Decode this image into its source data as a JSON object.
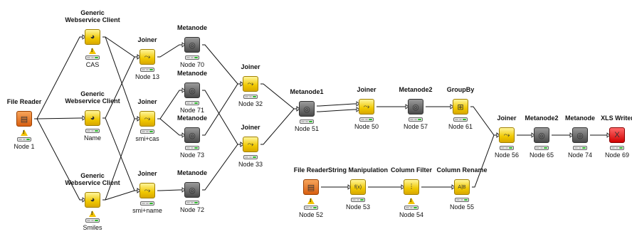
{
  "nodes": [
    {
      "id": "fr1",
      "name": "File Reader",
      "label": "Node 1",
      "color": "orange",
      "sym": "▤",
      "warn": true,
      "title_lines": 1
    },
    {
      "id": "ws1",
      "name": "Generic\nWebservice Client",
      "label": "CAS",
      "color": "yellow",
      "sym": "◕",
      "warn": true,
      "title_lines": 2
    },
    {
      "id": "ws2",
      "name": "Generic\nWebservice Client",
      "label": "Name",
      "color": "yellow",
      "sym": "◕",
      "warn": false,
      "title_lines": 2
    },
    {
      "id": "ws3",
      "name": "Generic\nWebservice Client",
      "label": "Smiles",
      "color": "yellow",
      "sym": "◕",
      "warn": true,
      "title_lines": 2
    },
    {
      "id": "j13",
      "name": "Joiner",
      "label": "Node 13",
      "color": "yellow",
      "sym": "⤳",
      "warn": false,
      "title_lines": 1
    },
    {
      "id": "jsc",
      "name": "Joiner",
      "label": "smi+cas",
      "color": "yellow",
      "sym": "⤳",
      "warn": false,
      "title_lines": 1
    },
    {
      "id": "jsn",
      "name": "Joiner",
      "label": "smi+name",
      "color": "yellow",
      "sym": "⤳",
      "warn": false,
      "title_lines": 1
    },
    {
      "id": "m70",
      "name": "Metanode",
      "label": "Node 70",
      "color": "gray",
      "sym": "◎",
      "warn": false,
      "title_lines": 1
    },
    {
      "id": "m71",
      "name": "Metanode",
      "label": "Node 71",
      "color": "gray",
      "sym": "◎",
      "warn": false,
      "title_lines": 1
    },
    {
      "id": "m73",
      "name": "Metanode",
      "label": "Node 73",
      "color": "gray",
      "sym": "◎",
      "warn": false,
      "title_lines": 1
    },
    {
      "id": "m72",
      "name": "Metanode",
      "label": "Node 72",
      "color": "gray",
      "sym": "◎",
      "warn": false,
      "title_lines": 1
    },
    {
      "id": "j32",
      "name": "Joiner",
      "label": "Node 32",
      "color": "yellow",
      "sym": "⤳",
      "warn": false,
      "title_lines": 1
    },
    {
      "id": "j33",
      "name": "Joiner",
      "label": "Node 33",
      "color": "yellow",
      "sym": "⤳",
      "warn": false,
      "title_lines": 1
    },
    {
      "id": "m51",
      "name": "Metanode1",
      "label": "Node 51",
      "color": "gray",
      "sym": "◎",
      "warn": false,
      "title_lines": 1
    },
    {
      "id": "j50",
      "name": "Joiner",
      "label": "Node 50",
      "color": "yellow",
      "sym": "⤳",
      "warn": false,
      "title_lines": 1
    },
    {
      "id": "m57",
      "name": "Metanode2",
      "label": "Node 57",
      "color": "gray",
      "sym": "◎",
      "warn": false,
      "title_lines": 1
    },
    {
      "id": "gb61",
      "name": "GroupBy",
      "label": "Node 61",
      "color": "yellow",
      "sym": "⊞",
      "warn": false,
      "title_lines": 1
    },
    {
      "id": "fr52",
      "name": "File Reader",
      "label": "Node 52",
      "color": "orange",
      "sym": "▤",
      "warn": true,
      "title_lines": 1
    },
    {
      "id": "sm53",
      "name": "String Manipulation",
      "label": "Node 53",
      "color": "yellow",
      "sym": "f(x)",
      "warn": false,
      "title_lines": 1
    },
    {
      "id": "cf54",
      "name": "Column Filter",
      "label": "Node 54",
      "color": "yellow",
      "sym": "⫶",
      "warn": true,
      "title_lines": 1
    },
    {
      "id": "cr55",
      "name": "Column Rename",
      "label": "Node 55",
      "color": "yellow",
      "sym": "A|B",
      "warn": false,
      "title_lines": 1
    },
    {
      "id": "j56",
      "name": "Joiner",
      "label": "Node 56",
      "color": "yellow",
      "sym": "⤳",
      "warn": false,
      "title_lines": 1
    },
    {
      "id": "m65",
      "name": "Metanode2",
      "label": "Node 65",
      "color": "gray",
      "sym": "◎",
      "warn": false,
      "title_lines": 1
    },
    {
      "id": "m74",
      "name": "Metanode",
      "label": "Node 74",
      "color": "gray",
      "sym": "◎",
      "warn": false,
      "title_lines": 1
    },
    {
      "id": "xls69",
      "name": "XLS Writer",
      "label": "Node 69",
      "color": "red",
      "sym": "X",
      "warn": false,
      "title_lines": 1
    }
  ],
  "connections": [
    [
      "fr1",
      "ws1"
    ],
    [
      "fr1",
      "ws2"
    ],
    [
      "fr1",
      "ws3"
    ],
    [
      "ws1",
      "j13"
    ],
    [
      "ws1",
      "jsc"
    ],
    [
      "ws2",
      "j13"
    ],
    [
      "ws2",
      "jsn"
    ],
    [
      "ws3",
      "jsc"
    ],
    [
      "ws3",
      "jsn"
    ],
    [
      "j13",
      "m70"
    ],
    [
      "jsc",
      "m71"
    ],
    [
      "jsc",
      "m73"
    ],
    [
      "jsn",
      "m72"
    ],
    [
      "m70",
      "j32"
    ],
    [
      "m71",
      "j33"
    ],
    [
      "m73",
      "j32"
    ],
    [
      "m72",
      "j33"
    ],
    [
      "j32",
      "m51"
    ],
    [
      "j33",
      "m51"
    ],
    [
      "m51",
      "j50"
    ],
    [
      "m51",
      "j50"
    ],
    [
      "j50",
      "m57"
    ],
    [
      "m57",
      "gb61"
    ],
    [
      "gb61",
      "j56"
    ],
    [
      "fr52",
      "sm53"
    ],
    [
      "sm53",
      "cf54"
    ],
    [
      "cf54",
      "cr55"
    ],
    [
      "cr55",
      "j56"
    ],
    [
      "j56",
      "m65"
    ],
    [
      "m65",
      "m74"
    ],
    [
      "m74",
      "xls69"
    ]
  ]
}
